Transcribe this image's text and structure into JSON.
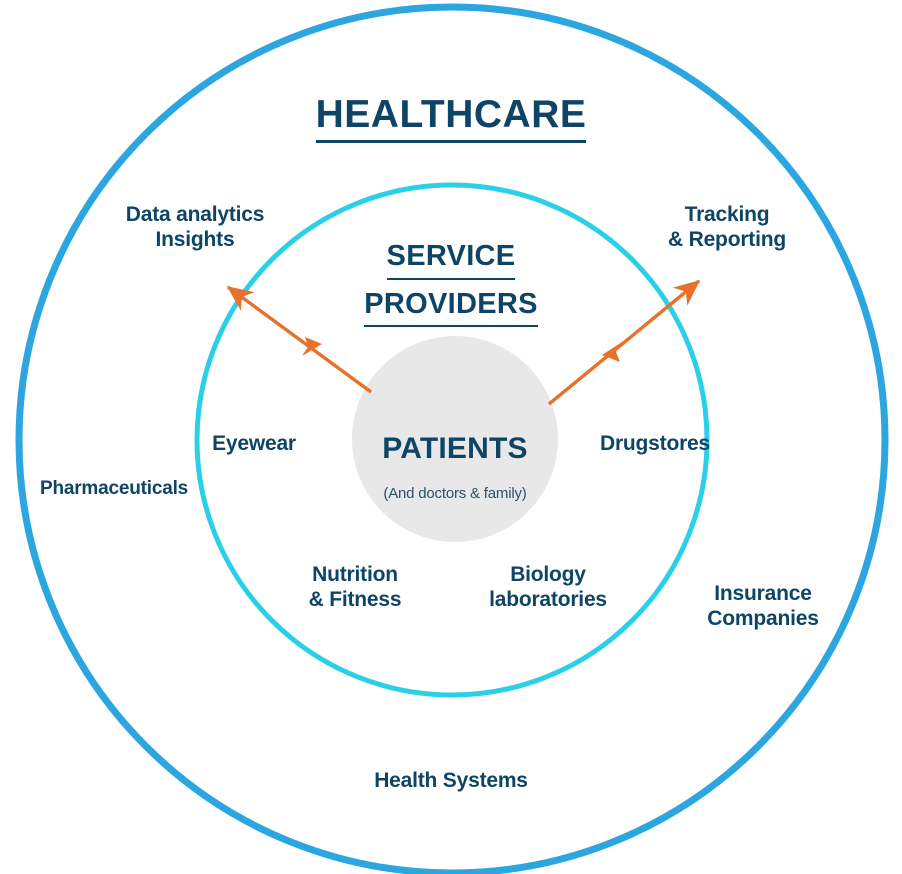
{
  "diagram": {
    "title": "HEALTHCARE",
    "subtitle": "SERVICE PROVIDERS",
    "subtitle_line1": "SERVICE",
    "subtitle_line2": "PROVIDERS",
    "center": {
      "name": "PATIENTS",
      "note": "(And doctors & family)"
    },
    "colors": {
      "outer_ring": "#2BA6E0",
      "inner_ring": "#2BD0E8",
      "center_fill": "#E8E8E8",
      "text": "#0E4466",
      "arrow": "#E8702A"
    },
    "inner_ring_labels": [
      {
        "id": "eyewear",
        "text": "Eyewear"
      },
      {
        "id": "drugstores",
        "text": "Drugstores"
      },
      {
        "id": "nutrition-fitness",
        "text": "Nutrition\n& Fitness"
      },
      {
        "id": "biology-laboratories",
        "text": "Biology\nlaboratories"
      }
    ],
    "outer_ring_labels": [
      {
        "id": "pharmaceuticals",
        "text": "Pharmaceuticals"
      },
      {
        "id": "insurance-companies",
        "text": "Insurance\nCompanies"
      },
      {
        "id": "health-systems",
        "text": "Health Systems"
      }
    ],
    "flow_labels": [
      {
        "id": "data-analytics-insights",
        "text": "Data analytics\nInsights"
      },
      {
        "id": "tracking-reporting",
        "text": "Tracking\n& Reporting"
      }
    ]
  }
}
